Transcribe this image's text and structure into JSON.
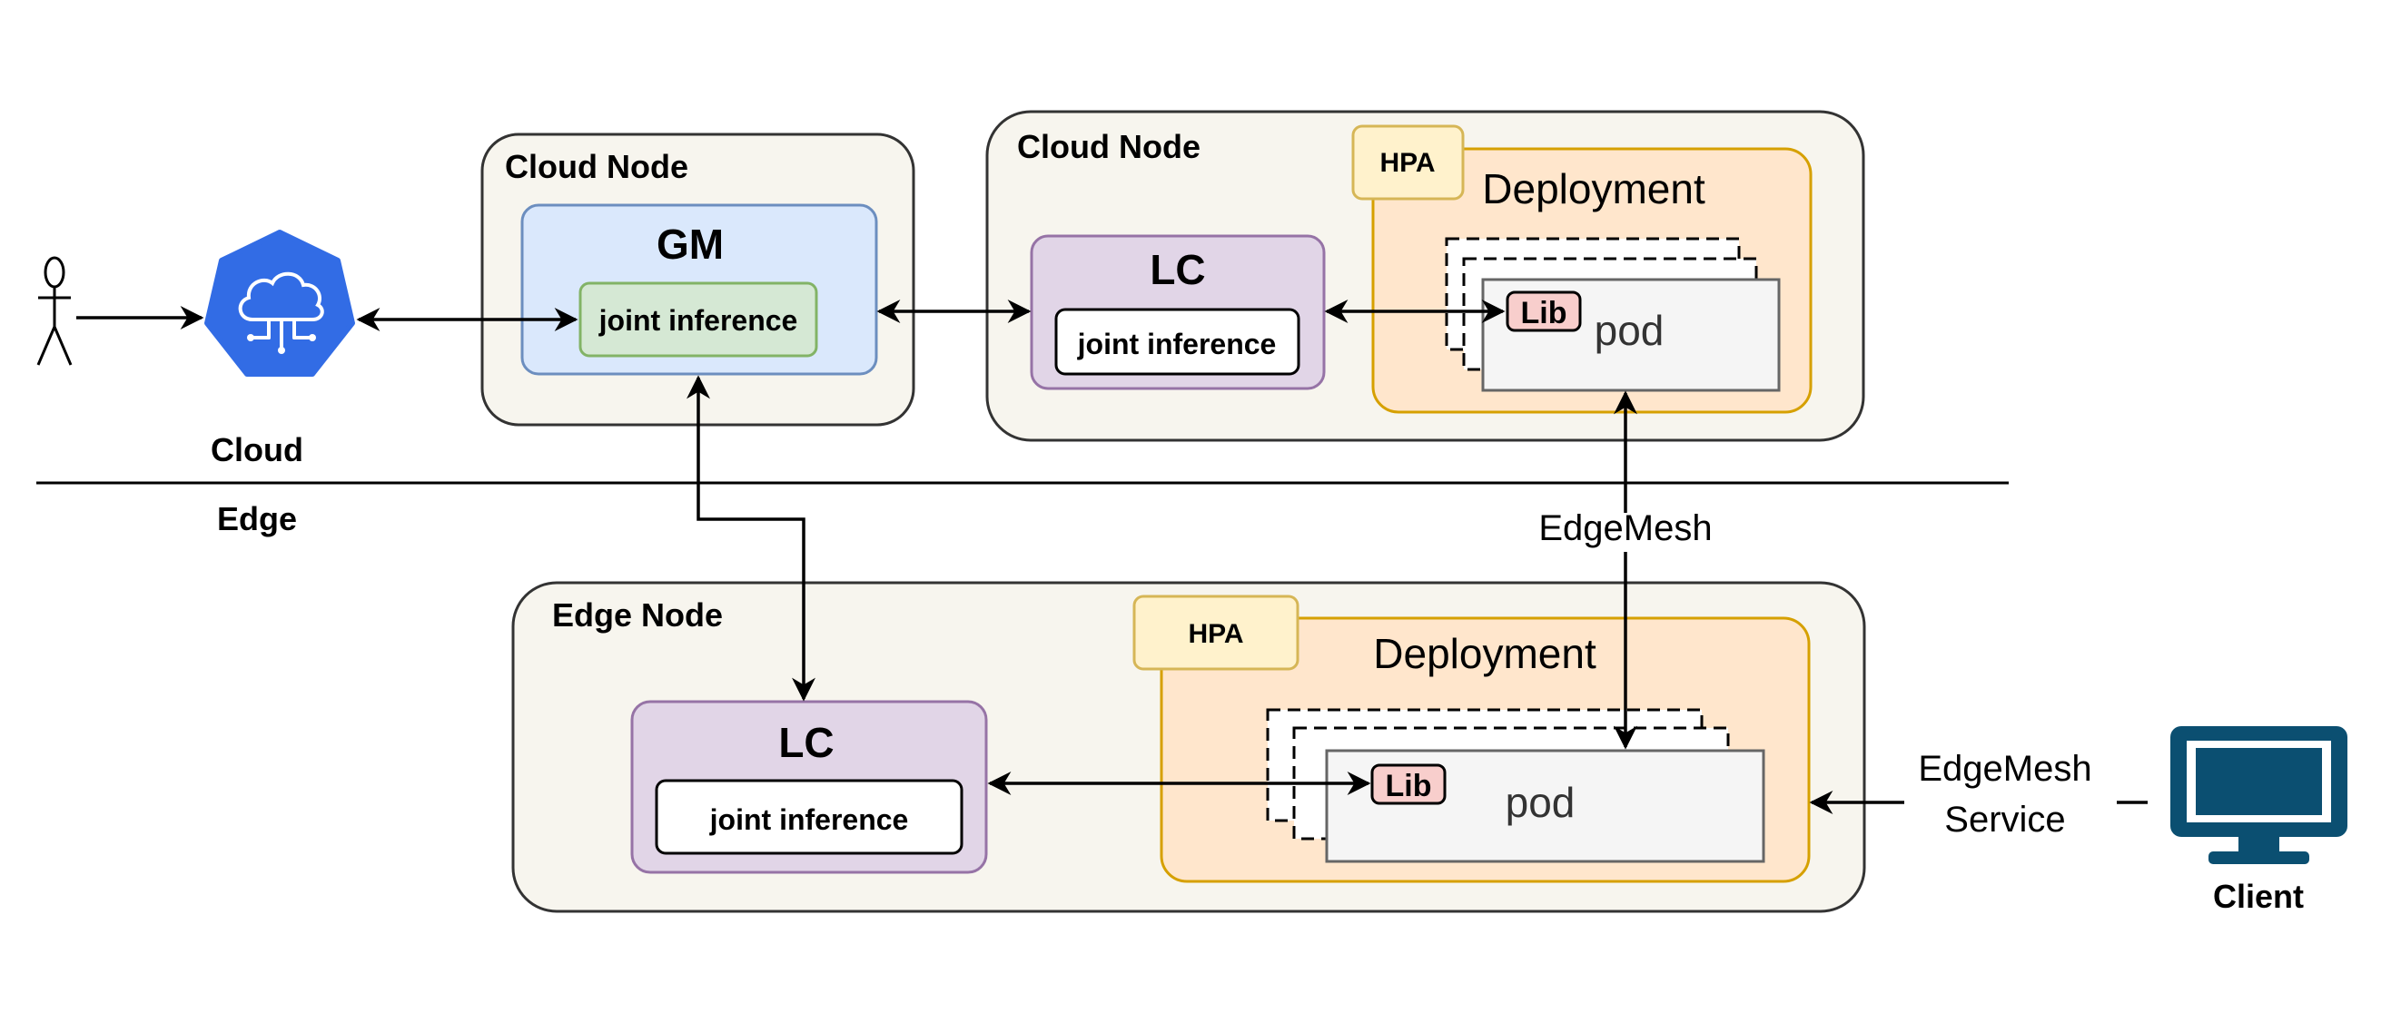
{
  "labels": {
    "cloud": "Cloud",
    "edge": "Edge",
    "client": "Client",
    "edgemesh": "EdgeMesh",
    "edgemesh_service_line1": "EdgeMesh",
    "edgemesh_service_line2": "Service"
  },
  "cloud_node_gm": {
    "title": "Cloud Node",
    "gm_label": "GM",
    "inner_label": "joint inference"
  },
  "cloud_node_lc": {
    "title": "Cloud Node",
    "lc_label": "LC",
    "inner_label": "joint inference",
    "hpa_label": "HPA",
    "deployment_label": "Deployment",
    "lib_label": "Lib",
    "pod_label": "pod"
  },
  "edge_node": {
    "title": "Edge Node",
    "lc_label": "LC",
    "inner_label": "joint inference",
    "hpa_label": "HPA",
    "deployment_label": "Deployment",
    "lib_label": "Lib",
    "pod_label": "pod"
  },
  "colors": {
    "node_fill": "#f7f5ee",
    "node_stroke": "#333333",
    "gm_fill": "#dae8fc",
    "gm_stroke": "#6c8ebf",
    "green_fill": "#d5e8d4",
    "green_stroke": "#82b366",
    "lc_fill": "#e1d5e7",
    "lc_stroke": "#9673a6",
    "deploy_fill": "#ffe6cc",
    "deploy_stroke": "#d6a000",
    "hpa_fill": "#fff2cc",
    "hpa_stroke": "#d6b656",
    "pod_fill": "#f5f5f5",
    "pod_stroke": "#666666",
    "lib_fill": "#f8cecc",
    "k8s_blue": "#326ce5",
    "client_blue": "#0b4f71"
  },
  "icons": {
    "user": "stick-figure-icon",
    "cloud_service": "kubernetes-cloud-icon",
    "client": "monitor-icon"
  }
}
